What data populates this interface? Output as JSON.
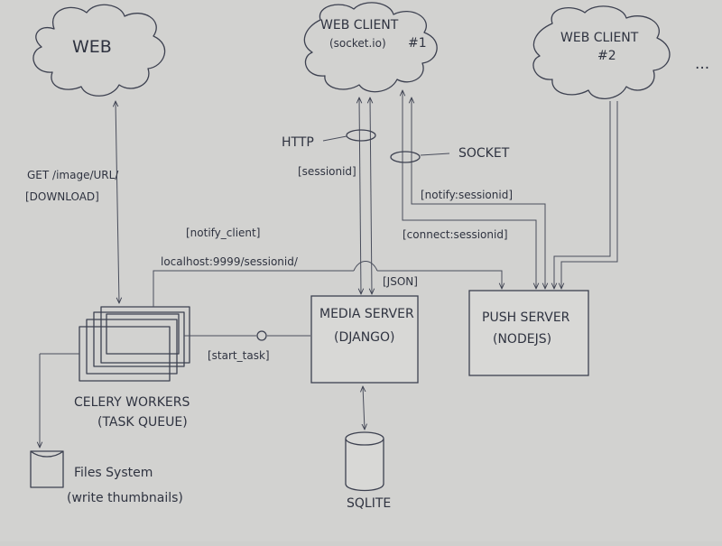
{
  "nodes": {
    "web": "WEB",
    "web_client_1": "WEB CLIENT",
    "web_client_1_sub": "(socket.io)",
    "web_client_1_num": "#1",
    "web_client_2": "WEB CLIENT",
    "web_client_2_num": "#2",
    "ellipsis": "...",
    "media_server": "MEDIA SERVER",
    "media_server_sub": "(DJANGO)",
    "push_server": "PUSH SERVER",
    "push_server_sub": "(NODEJS)",
    "celery_workers": "CELERY WORKERS",
    "celery_workers_sub": "(TASK QUEUE)",
    "file_system": "Files System",
    "file_system_sub": "(write thumbnails)",
    "sqlite": "SQLITE"
  },
  "edges": {
    "get_image": "GET /image/URL/",
    "download": "[DOWNLOAD]",
    "http": "HTTP",
    "session_id": "[sessionid]",
    "socket": "SOCKET",
    "notify_session": "[notify:sessionid]",
    "connect_session": "[connect:sessionid]",
    "notify_client": "[notify_client]",
    "localhost_url": "localhost:9999/sessionid/",
    "json": "[JSON]",
    "start_task": "[start_task]"
  },
  "colors": {
    "paper": "#cfcfcd",
    "ink": "#3d4150"
  }
}
